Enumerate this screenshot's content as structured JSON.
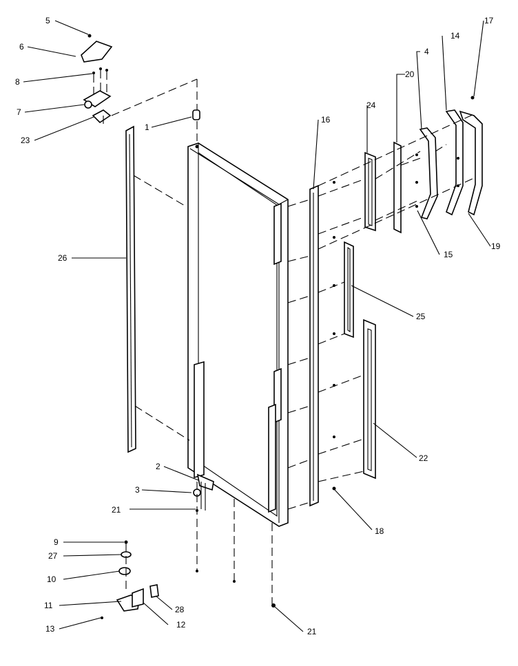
{
  "diagram": {
    "callouts": [
      {
        "id": "c5",
        "text": "5"
      },
      {
        "id": "c6",
        "text": "6"
      },
      {
        "id": "c8",
        "text": "8"
      },
      {
        "id": "c7",
        "text": "7"
      },
      {
        "id": "c23",
        "text": "23"
      },
      {
        "id": "c1",
        "text": "1"
      },
      {
        "id": "c26",
        "text": "26"
      },
      {
        "id": "c16",
        "text": "16"
      },
      {
        "id": "c24",
        "text": "24"
      },
      {
        "id": "c20",
        "text": "20"
      },
      {
        "id": "c4",
        "text": "4"
      },
      {
        "id": "c14",
        "text": "14"
      },
      {
        "id": "c17",
        "text": "17"
      },
      {
        "id": "c15",
        "text": "15"
      },
      {
        "id": "c19",
        "text": "19"
      },
      {
        "id": "c25",
        "text": "25"
      },
      {
        "id": "c22",
        "text": "22"
      },
      {
        "id": "c2",
        "text": "2"
      },
      {
        "id": "c3",
        "text": "3"
      },
      {
        "id": "c21a",
        "text": "21"
      },
      {
        "id": "c18",
        "text": "18"
      },
      {
        "id": "c9",
        "text": "9"
      },
      {
        "id": "c27",
        "text": "27"
      },
      {
        "id": "c10",
        "text": "10"
      },
      {
        "id": "c11",
        "text": "11"
      },
      {
        "id": "c28",
        "text": "28"
      },
      {
        "id": "c12",
        "text": "12"
      },
      {
        "id": "c13",
        "text": "13"
      },
      {
        "id": "c21b",
        "text": "21"
      }
    ]
  }
}
